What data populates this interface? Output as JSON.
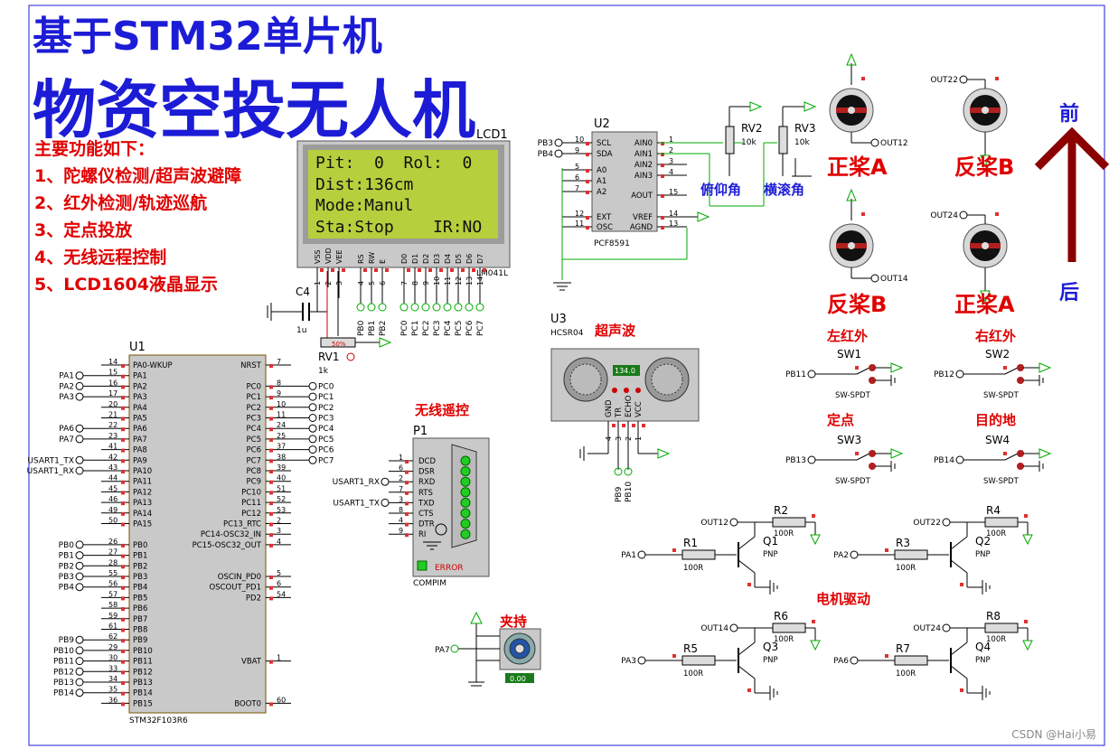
{
  "title": {
    "line1": "基于STM32单片机",
    "line2": "物资空投无人机"
  },
  "features": {
    "heading": "主要功能如下：",
    "items": [
      "1、陀螺仪检测/超声波避障",
      "2、红外检测/轨迹巡航",
      "3、定点投放",
      "4、无线远程控制",
      "5、LCD1604液晶显示"
    ]
  },
  "lcd": {
    "ref": "LCD1",
    "part": "LM041L",
    "lines": [
      "Pit:  0  Rol:  0",
      "Dist:136cm",
      "Mode:Manul",
      "Sta:Stop    IR:NO"
    ],
    "pins_left": [
      "VSS",
      "VDD",
      "VEE",
      "RS",
      "RW",
      "E"
    ],
    "pins_data": [
      "D0",
      "D1",
      "D2",
      "D3",
      "D4",
      "D5",
      "D6",
      "D7"
    ],
    "pin_nums": [
      "1",
      "2",
      "3",
      "4",
      "5",
      "6",
      "7",
      "8",
      "9",
      "10",
      "11",
      "12",
      "13",
      "14"
    ],
    "nets_ctrl": [
      "PB0",
      "PB1",
      "PB2"
    ],
    "nets_data": [
      "PC0",
      "PC1",
      "PC2",
      "PC3",
      "PC4",
      "PC5",
      "PC6",
      "PC7"
    ]
  },
  "c4": {
    "ref": "C4",
    "value": "1u"
  },
  "rv1": {
    "ref": "RV1",
    "value": "1k",
    "pct": "50%"
  },
  "mcu": {
    "ref": "U1",
    "part": "STM32F103R6",
    "left_pins": [
      {
        "num": "14",
        "name": "PA0-WKUP",
        "net": ""
      },
      {
        "num": "15",
        "name": "PA1",
        "net": "PA1"
      },
      {
        "num": "16",
        "name": "PA2",
        "net": "PA2"
      },
      {
        "num": "17",
        "name": "PA3",
        "net": "PA3"
      },
      {
        "num": "20",
        "name": "PA4",
        "net": ""
      },
      {
        "num": "21",
        "name": "PA5",
        "net": ""
      },
      {
        "num": "22",
        "name": "PA6",
        "net": "PA6"
      },
      {
        "num": "23",
        "name": "PA7",
        "net": "PA7"
      },
      {
        "num": "41",
        "name": "PA8",
        "net": ""
      },
      {
        "num": "42",
        "name": "PA9",
        "net": "USART1_TX"
      },
      {
        "num": "43",
        "name": "PA10",
        "net": "USART1_RX"
      },
      {
        "num": "44",
        "name": "PA11",
        "net": ""
      },
      {
        "num": "45",
        "name": "PA12",
        "net": ""
      },
      {
        "num": "46",
        "name": "PA13",
        "net": ""
      },
      {
        "num": "49",
        "name": "PA14",
        "net": ""
      },
      {
        "num": "50",
        "name": "PA15",
        "net": ""
      },
      {
        "num": "26",
        "name": "PB0",
        "net": "PB0"
      },
      {
        "num": "27",
        "name": "PB1",
        "net": "PB1"
      },
      {
        "num": "28",
        "name": "PB2",
        "net": "PB2"
      },
      {
        "num": "55",
        "name": "PB3",
        "net": "PB3"
      },
      {
        "num": "56",
        "name": "PB4",
        "net": "PB4"
      },
      {
        "num": "57",
        "name": "PB5",
        "net": ""
      },
      {
        "num": "58",
        "name": "PB6",
        "net": ""
      },
      {
        "num": "59",
        "name": "PB7",
        "net": ""
      },
      {
        "num": "61",
        "name": "PB8",
        "net": ""
      },
      {
        "num": "62",
        "name": "PB9",
        "net": "PB9"
      },
      {
        "num": "29",
        "name": "PB10",
        "net": "PB10"
      },
      {
        "num": "30",
        "name": "PB11",
        "net": "PB11"
      },
      {
        "num": "33",
        "name": "PB12",
        "net": "PB12"
      },
      {
        "num": "34",
        "name": "PB13",
        "net": "PB13"
      },
      {
        "num": "35",
        "name": "PB14",
        "net": "PB14"
      },
      {
        "num": "36",
        "name": "PB15",
        "net": ""
      }
    ],
    "right_pins": [
      {
        "num": "7",
        "name": "NRST",
        "net": "",
        "gap": 0
      },
      {
        "num": "8",
        "name": "PC0",
        "net": "PC0",
        "gap": 1
      },
      {
        "num": "9",
        "name": "PC1",
        "net": "PC1",
        "gap": 0
      },
      {
        "num": "10",
        "name": "PC2",
        "net": "PC2",
        "gap": 0
      },
      {
        "num": "11",
        "name": "PC3",
        "net": "PC3",
        "gap": 0
      },
      {
        "num": "24",
        "name": "PC4",
        "net": "PC4",
        "gap": 0
      },
      {
        "num": "25",
        "name": "PC5",
        "net": "PC5",
        "gap": 0
      },
      {
        "num": "37",
        "name": "PC6",
        "net": "PC6",
        "gap": 0
      },
      {
        "num": "38",
        "name": "PC7",
        "net": "PC7",
        "gap": 0
      },
      {
        "num": "39",
        "name": "PC8",
        "net": "",
        "gap": 0
      },
      {
        "num": "40",
        "name": "PC9",
        "net": "",
        "gap": 0
      },
      {
        "num": "51",
        "name": "PC10",
        "net": "",
        "gap": 0
      },
      {
        "num": "52",
        "name": "PC11",
        "net": "",
        "gap": 0
      },
      {
        "num": "53",
        "name": "PC12",
        "net": "",
        "gap": 0
      },
      {
        "num": "2",
        "name": "PC13_RTC",
        "net": "",
        "gap": 0
      },
      {
        "num": "3",
        "name": "PC14-OSC32_IN",
        "net": "",
        "gap": 0
      },
      {
        "num": "4",
        "name": "PC15-OSC32_OUT",
        "net": "",
        "gap": 0
      },
      {
        "num": "5",
        "name": "OSCIN_PD0",
        "net": "",
        "gap": 2
      },
      {
        "num": "6",
        "name": "OSCOUT_PD1",
        "net": "",
        "gap": 0
      },
      {
        "num": "54",
        "name": "PD2",
        "net": "",
        "gap": 0
      },
      {
        "num": "1",
        "name": "VBAT",
        "net": "",
        "gap": 5
      },
      {
        "num": "60",
        "name": "BOOT0",
        "net": "",
        "gap": 3
      }
    ]
  },
  "adc": {
    "ref": "U2",
    "part": "PCF8591",
    "left_pins": [
      {
        "num": "10",
        "name": "SCL",
        "net": "PB3"
      },
      {
        "num": "9",
        "name": "SDA",
        "net": "PB4"
      },
      {
        "num": "5",
        "name": "A0",
        "net": ""
      },
      {
        "num": "6",
        "name": "A1",
        "net": ""
      },
      {
        "num": "7",
        "name": "A2",
        "net": ""
      },
      {
        "num": "12",
        "name": "EXT",
        "net": ""
      },
      {
        "num": "11",
        "name": "OSC",
        "net": ""
      }
    ],
    "right_pins": [
      {
        "num": "1",
        "name": "AIN0"
      },
      {
        "num": "2",
        "name": "AIN1"
      },
      {
        "num": "3",
        "name": "AIN2"
      },
      {
        "num": "4",
        "name": "AIN3"
      },
      {
        "num": "15",
        "name": "AOUT"
      },
      {
        "num": "14",
        "name": "VREF"
      },
      {
        "num": "13",
        "name": "AGND"
      }
    ]
  },
  "pots": [
    {
      "ref": "RV2",
      "value": "10k",
      "label": "俯仰角"
    },
    {
      "ref": "RV3",
      "value": "10k",
      "label": "横滚角"
    }
  ],
  "motors": [
    {
      "net": "OUT12",
      "label": "正桨A"
    },
    {
      "net": "OUT22",
      "label": "反桨B"
    },
    {
      "net": "OUT14",
      "label": "反桨B"
    },
    {
      "net": "OUT24",
      "label": "正桨A"
    }
  ],
  "direction": {
    "front": "前",
    "back": "后"
  },
  "ultrasonic": {
    "ref": "U3",
    "part": "HCSR04",
    "label": "超声波",
    "reading": "134.0",
    "pins": [
      "GND",
      "TR",
      "ECHO",
      "VCC"
    ],
    "pin_nums": [
      "4",
      "3",
      "2",
      "1"
    ],
    "nets": [
      "PB9",
      "PB10"
    ]
  },
  "serial": {
    "ref": "P1",
    "part": "COMPIM",
    "label": "无线遥控",
    "error": "ERROR",
    "pins": [
      {
        "num": "1",
        "name": "DCD"
      },
      {
        "num": "6",
        "name": "DSR"
      },
      {
        "num": "2",
        "name": "RXD"
      },
      {
        "num": "7",
        "name": "RTS"
      },
      {
        "num": "3",
        "name": "TXD"
      },
      {
        "num": "8",
        "name": "CTS"
      },
      {
        "num": "4",
        "name": "DTR"
      },
      {
        "num": "9",
        "name": "RI"
      }
    ],
    "nets": [
      "USART1_RX",
      "USART1_TX"
    ]
  },
  "servo": {
    "label": "夹持",
    "net": "PA7",
    "reading": "0.00"
  },
  "switches": [
    {
      "ref": "SW1",
      "part": "SW-SPDT",
      "label": "左红外",
      "net": "PB11"
    },
    {
      "ref": "SW2",
      "part": "SW-SPDT",
      "label": "右红外",
      "net": "PB12"
    },
    {
      "ref": "SW3",
      "part": "SW-SPDT",
      "label": "定点",
      "net": "PB13"
    },
    {
      "ref": "SW4",
      "part": "SW-SPDT",
      "label": "目的地",
      "net": "PB14"
    }
  ],
  "driver": {
    "label": "电机驱动",
    "stages": [
      {
        "q": "Q1",
        "type": "PNP",
        "rb": "R1",
        "rb_val": "100R",
        "rc": "R2",
        "rc_val": "100R",
        "in": "PA1",
        "out": "OUT12"
      },
      {
        "q": "Q2",
        "type": "PNP",
        "rb": "R3",
        "rb_val": "100R",
        "rc": "R4",
        "rc_val": "100R",
        "in": "PA2",
        "out": "OUT22"
      },
      {
        "q": "Q3",
        "type": "PNP",
        "rb": "R5",
        "rb_val": "100R",
        "rc": "R6",
        "rc_val": "100R",
        "in": "PA3",
        "out": "OUT14"
      },
      {
        "q": "Q4",
        "type": "PNP",
        "rb": "R7",
        "rb_val": "100R",
        "rc": "R8",
        "rc_val": "100R",
        "in": "PA6",
        "out": "OUT24"
      }
    ]
  },
  "watermark": "CSDN @Hai小易"
}
